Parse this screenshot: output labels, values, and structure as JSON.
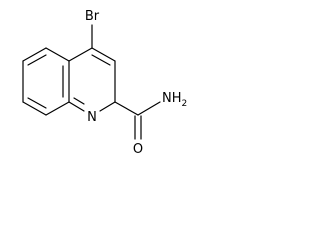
{
  "structure": {
    "atoms": {
      "bromine": "Br",
      "ring_nitrogen": "N",
      "amide_nitrogen": "NH",
      "amide_nitrogen_subscript": "2",
      "carbonyl_oxygen": "O"
    }
  }
}
